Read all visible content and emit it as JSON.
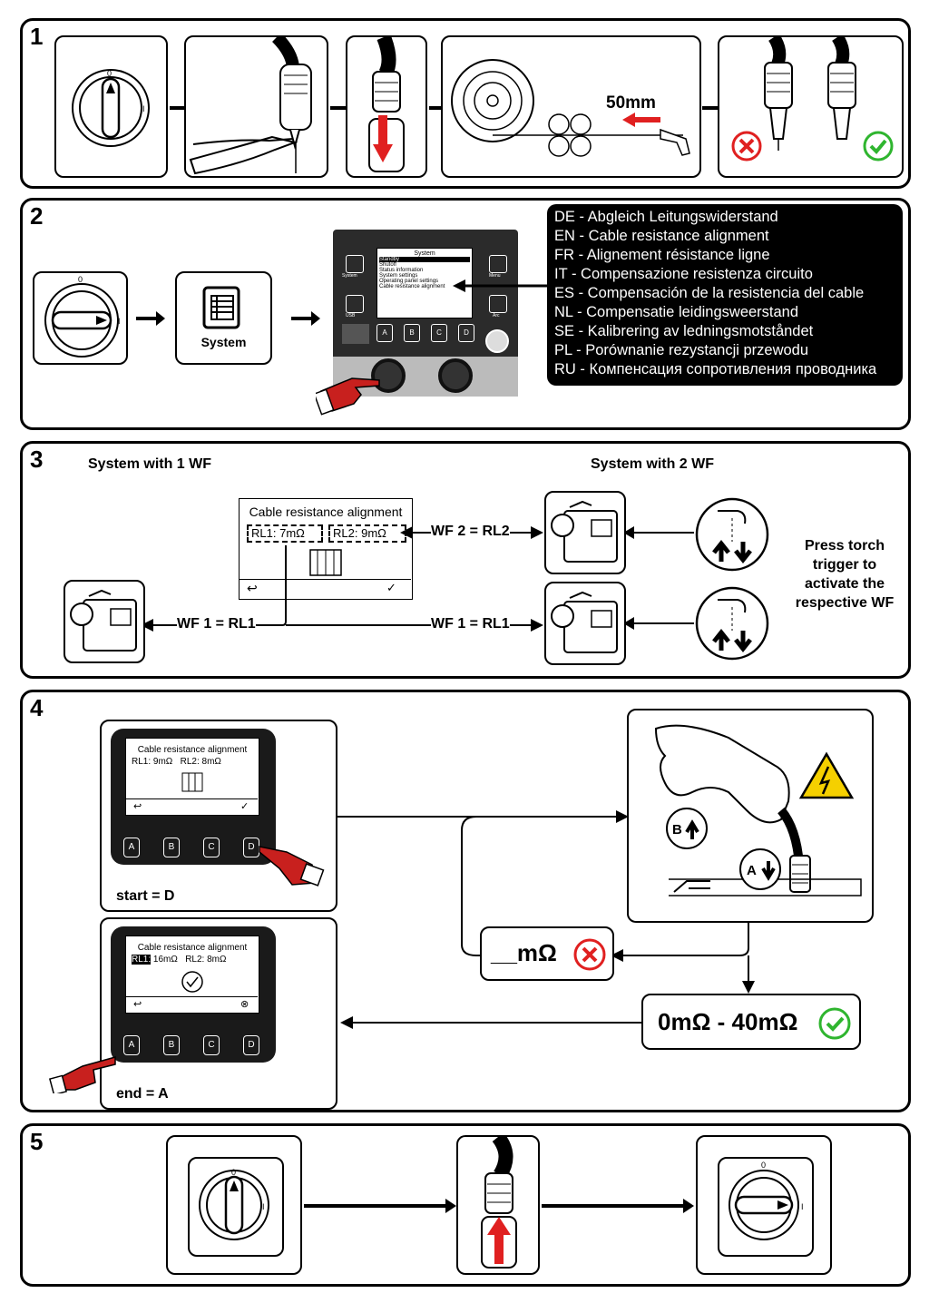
{
  "steps": [
    {
      "number": "1"
    },
    {
      "number": "2"
    },
    {
      "number": "3"
    },
    {
      "number": "4"
    },
    {
      "number": "5"
    }
  ],
  "step1": {
    "wire_length": "50mm",
    "switch_marks": {
      "off": "0",
      "on": "I"
    }
  },
  "step2": {
    "system_button_label": "System",
    "panel": {
      "screen_title": "System",
      "screen_items": [
        "Standby",
        "Shutoff",
        "Status information",
        "System settings",
        "Operating panel settings",
        "Cable resistance alignment"
      ],
      "left_buttons": [
        "System",
        "USB"
      ],
      "right_buttons": [
        "Menu",
        "Arc"
      ],
      "soft_buttons": [
        "A",
        "B",
        "C",
        "D"
      ]
    },
    "languages": [
      "DE - Abgleich Leitungswiderstand",
      "EN - Cable resistance alignment",
      "FR - Alignement résistance ligne",
      "IT - Compensazione resistenza circuito",
      "ES - Compensación de la resistencia del cable",
      "NL - Compensatie leidingsweerstand",
      "SE - Kalibrering av ledningsmotståndet",
      "PL - Porównanie rezystancji przewodu",
      "RU - Компенсация сопротивления проводника"
    ]
  },
  "step3": {
    "heading_1wf": "System with 1 WF",
    "heading_2wf": "System with 2 WF",
    "screen": {
      "title": "Cable resistance alignment",
      "rl1_label": "RL1:",
      "rl1_value": "7mΩ",
      "rl2_label": "RL2:",
      "rl2_value": "9mΩ"
    },
    "wf2_label": "WF 2 = RL2",
    "wf1_label_left": "WF 1 = RL1",
    "wf1_label_right": "WF 1 = RL1",
    "note": [
      "Press torch",
      "trigger to",
      "activate the",
      "respective WF"
    ]
  },
  "step4": {
    "screen1": {
      "title": "Cable resistance alignment",
      "rl1_label": "RL1:",
      "rl1_value": "9mΩ",
      "rl2_label": "RL2:",
      "rl2_value": "8mΩ"
    },
    "screen2": {
      "title": "Cable resistance alignment",
      "rl1_label": "RL1:",
      "rl1_value": "16mΩ",
      "rl2_label": "RL2:",
      "rl2_value": "8mΩ"
    },
    "soft_buttons": [
      "A",
      "B",
      "C",
      "D"
    ],
    "start_label": "start = D",
    "end_label": "end = A",
    "error_value": "__mΩ",
    "ok_range": "0mΩ - 40mΩ",
    "trigger_b": "B",
    "trigger_a": "A"
  },
  "colors": {
    "error_red": "#e02020",
    "ok_green": "#2fb52f",
    "hand_red": "#c8201e",
    "warning_yellow": "#f5d000"
  }
}
